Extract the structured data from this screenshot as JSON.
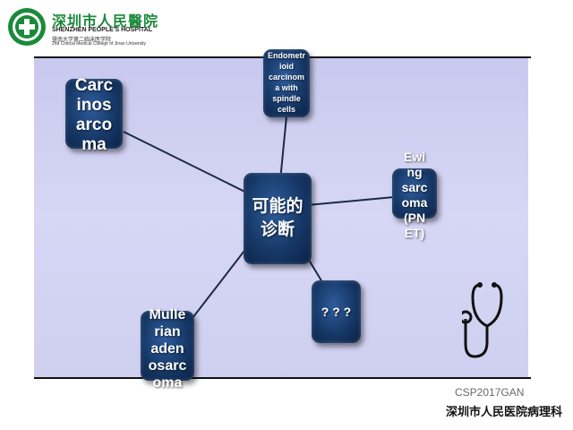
{
  "header": {
    "logo_icon": "hospital-emblem-icon",
    "hospital_name_cn": "深圳市人民醫院",
    "hospital_name_en": "SHENZHEN PEOPLE'S HOSPITAL",
    "college_cn": "暨南大学第二临床医学院",
    "college_en": "2nd Clinical Medical College of Jinan University"
  },
  "diagram": {
    "center": "可能的\n诊断",
    "nodes": {
      "carcinosarcoma": "Carc\ninos\narco\nma",
      "endometrioid": "Endometr\nioid\ncarcinom\na with\nspindle\ncells",
      "ewing": "Ewi\nng\nsarc\noma\n(PN\nET)",
      "unknown": "? ? ?",
      "mullerian": "Mulle\nrian\naden\nosarc\noma"
    }
  },
  "footer": {
    "watermark": "CSP2017GAN",
    "department": "深圳市人民医院病理科"
  },
  "colors": {
    "node": "#163866",
    "band": "#d0d0f2",
    "brand_green": "#1a8a3a"
  },
  "icons": {
    "stethoscope": "stethoscope-icon"
  }
}
